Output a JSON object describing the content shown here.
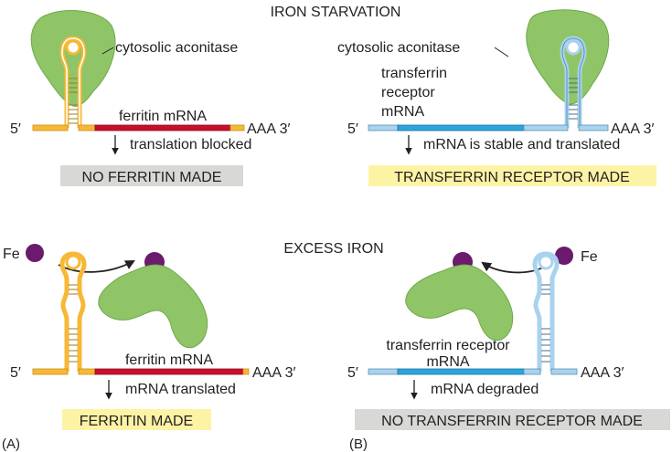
{
  "headings": {
    "top": "IRON STARVATION",
    "bottom": "EXCESS IRON"
  },
  "panel_labels": {
    "a": "(A)",
    "b": "(B)"
  },
  "common": {
    "five_prime": "5′",
    "poly_a": "AAA 3′",
    "protein": "cytosolic aconitase",
    "iron": "Fe"
  },
  "starvation_ferritin": {
    "mrna": "ferritin mRNA",
    "effect": "translation blocked",
    "outcome": "NO FERRITIN MADE"
  },
  "starvation_receptor": {
    "mrna_lines": [
      "transferrin",
      "receptor",
      "mRNA"
    ],
    "effect": "mRNA is stable and translated",
    "outcome": "TRANSFERRIN RECEPTOR MADE"
  },
  "excess_ferritin": {
    "mrna": "ferritin mRNA",
    "effect": "mRNA translated",
    "outcome": "FERRITIN MADE"
  },
  "excess_receptor": {
    "mrna_lines": [
      "transferrin receptor",
      "mRNA"
    ],
    "effect": "mRNA degraded",
    "outcome": "NO TRANSFERRIN RECEPTOR MADE"
  },
  "colors": {
    "ferritin_strand": "#f6b835",
    "ferritin_coding": "#c8102e",
    "receptor_strand": "#a9d2ee",
    "receptor_coding": "#2aa6dc",
    "aconitase": "#8fc567",
    "iron": "#6b1a6e",
    "outcome_grey": "#d8d9d6",
    "outcome_yellow": "#fdf3a5"
  }
}
